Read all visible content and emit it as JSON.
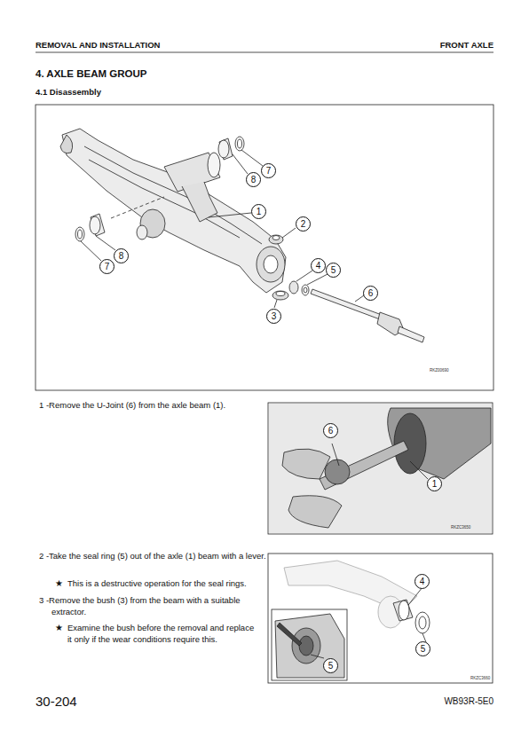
{
  "diagram": {
    "title": "4.  AXLE BEAM GROUP",
    "labels": [
      "REMOVAL AND INSTALLATION",
      "FRONT AXLE",
      "4.1 Disassembly",
      "7",
      "8",
      "1",
      "2",
      "4",
      "5",
      "6",
      "3",
      "8",
      "7",
      "RKZ00690",
      "1 -Remove the U-Joint (6) from the axle beam (1).",
      "6",
      "1",
      "RKZC3650",
      "2 -Take the seal ring (5) out of the axle (1) beam with a lever.",
      "★",
      "This is a destructive operation for the seal rings.",
      "3 -Remove the bush (3) from the beam with a suitable extractor.",
      "★",
      "Examine the bush before the removal and replace it only if the wear conditions require this.",
      "4",
      "5",
      "5",
      "RKZC3660",
      "30-204",
      "WB93R-5E0"
    ]
  }
}
